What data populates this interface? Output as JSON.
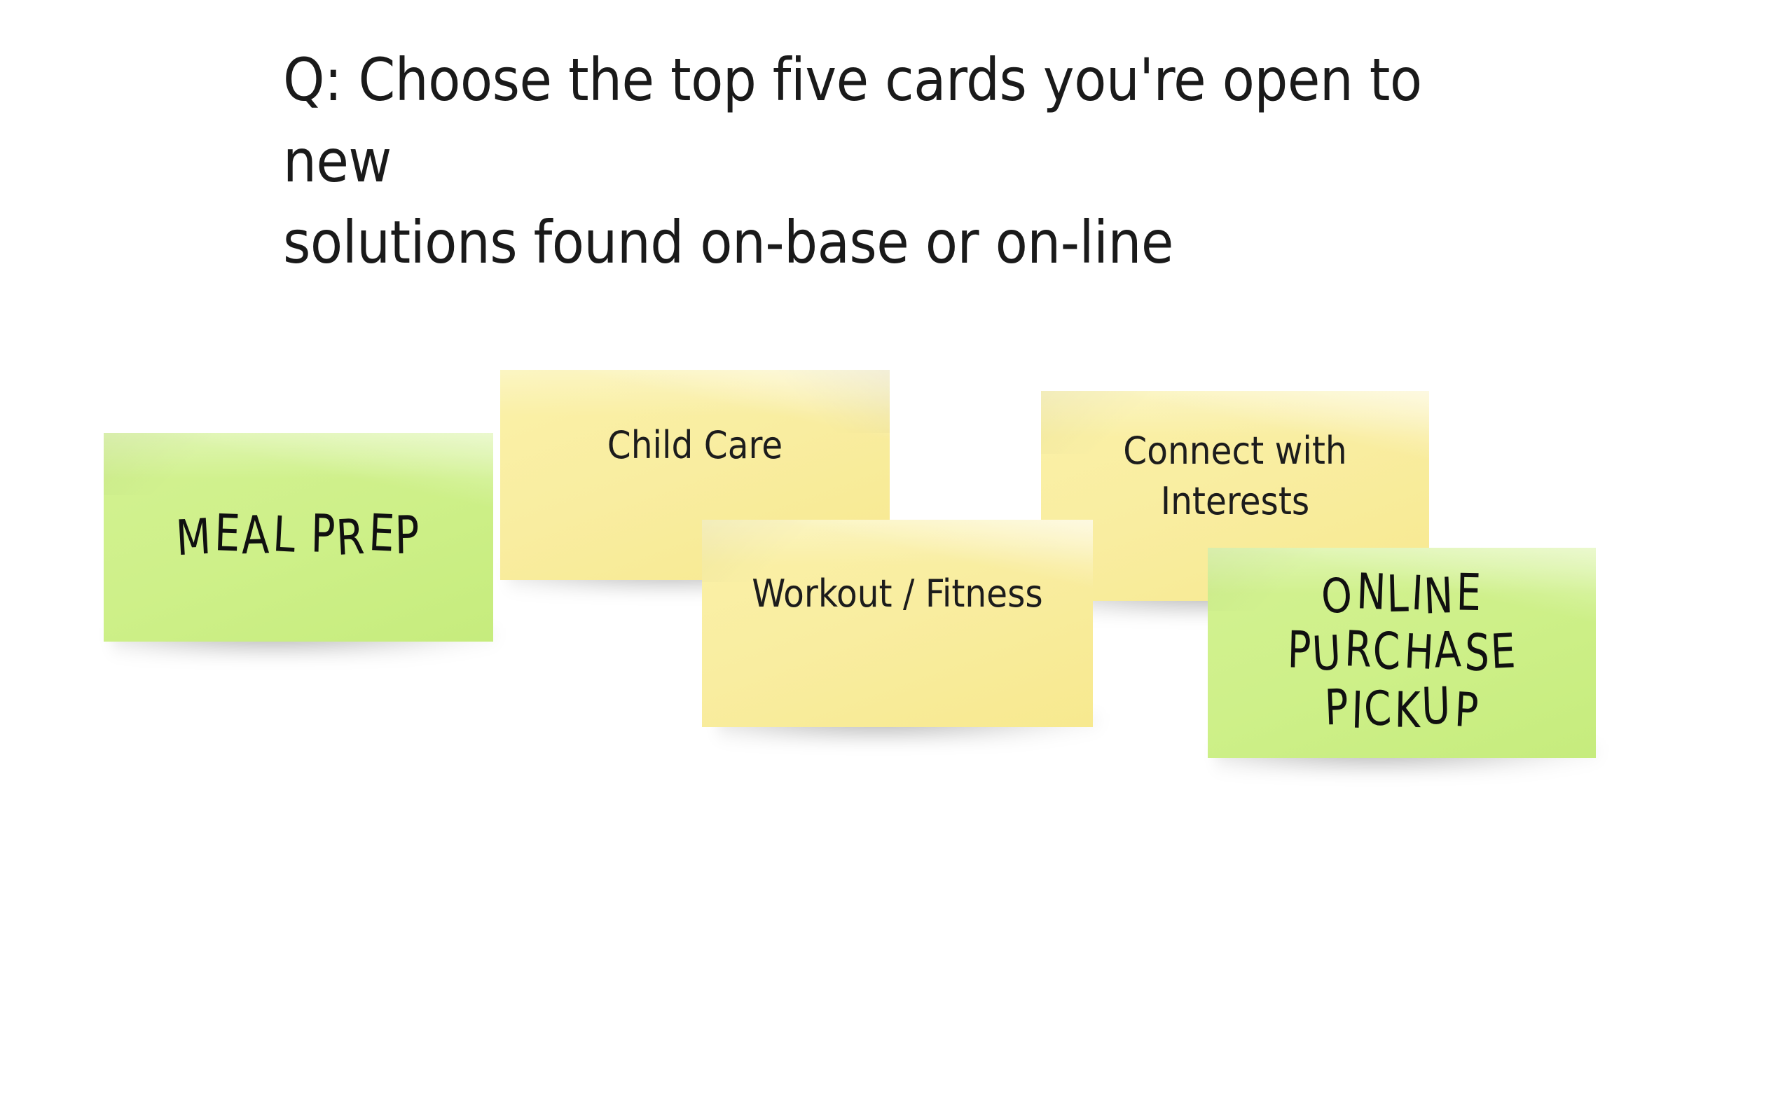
{
  "board": {
    "background_color": "#ffffff",
    "question": "Q: Choose the top five cards you're open to new\nsolutions found on-base or on-line",
    "notes": [
      {
        "id": "meal-prep",
        "label": "MEAL PREP",
        "color_name": "green",
        "color": "#cef089",
        "lettering": "handwritten"
      },
      {
        "id": "child-care",
        "label": "Child Care",
        "color_name": "yellow",
        "color": "#f9eda0",
        "lettering": "typed"
      },
      {
        "id": "connect-with-interests",
        "label": "Connect with\nInterests",
        "color_name": "yellow",
        "color": "#f9eda0",
        "lettering": "typed"
      },
      {
        "id": "workout-fitness",
        "label": "Workout / Fitness",
        "color_name": "yellow",
        "color": "#f9eda0",
        "lettering": "typed"
      },
      {
        "id": "online-purchase-pickup",
        "label": "ONLINE\nPURCHASE\nPICKUP",
        "color_name": "green",
        "color": "#cef089",
        "lettering": "handwritten"
      }
    ]
  }
}
